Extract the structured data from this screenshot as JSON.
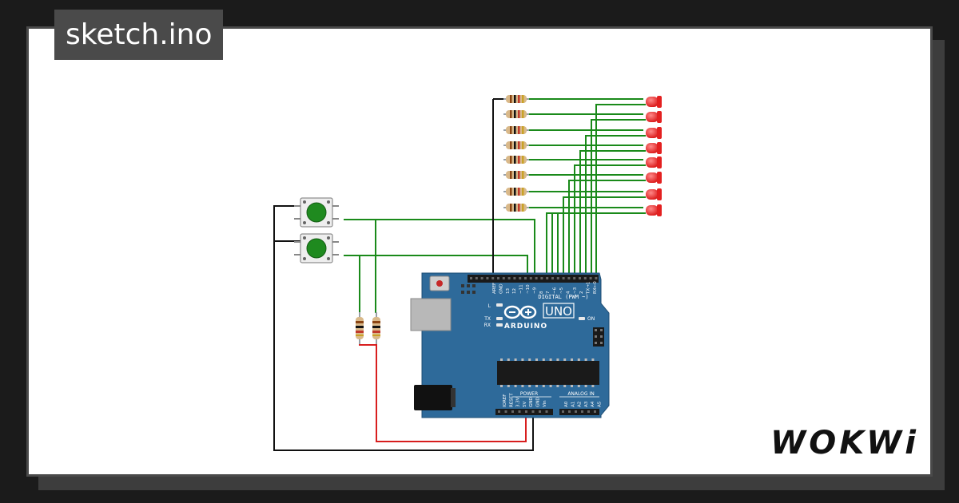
{
  "file_tab": {
    "label": "sketch.ino"
  },
  "brand": {
    "label": "WOKWi"
  },
  "board": {
    "logo_text": "ARDUINO",
    "model": "UNO",
    "digital_label": "DIGITAL (PWM ~)",
    "power_label": "POWER",
    "analog_label": "ANALOG IN",
    "on_label": "ON",
    "led_labels": [
      "L",
      "TX",
      "RX"
    ],
    "header_top_labels": [
      "AREF",
      "GND",
      "13",
      "12",
      "~11",
      "~10",
      "~9",
      "8",
      "7",
      "~6",
      "~5",
      "4",
      "~3",
      "2",
      "TX→1",
      "RX←0"
    ],
    "header_power_labels": [
      "IOREF",
      "RESET",
      "3.3V",
      "5V",
      "GND",
      "GND",
      "Vin"
    ],
    "header_analog_labels": [
      "A0",
      "A1",
      "A2",
      "A3",
      "A4",
      "A5"
    ]
  },
  "colors": {
    "board": "#2e6a9a",
    "wire_green": "#1a8a1a",
    "wire_black": "#111111",
    "wire_red": "#d81e1e",
    "led_red": "#e32020",
    "button_cap": "#1f8a1f"
  },
  "components": {
    "led_count": 8,
    "resistor_count": 10,
    "button_count": 2
  }
}
